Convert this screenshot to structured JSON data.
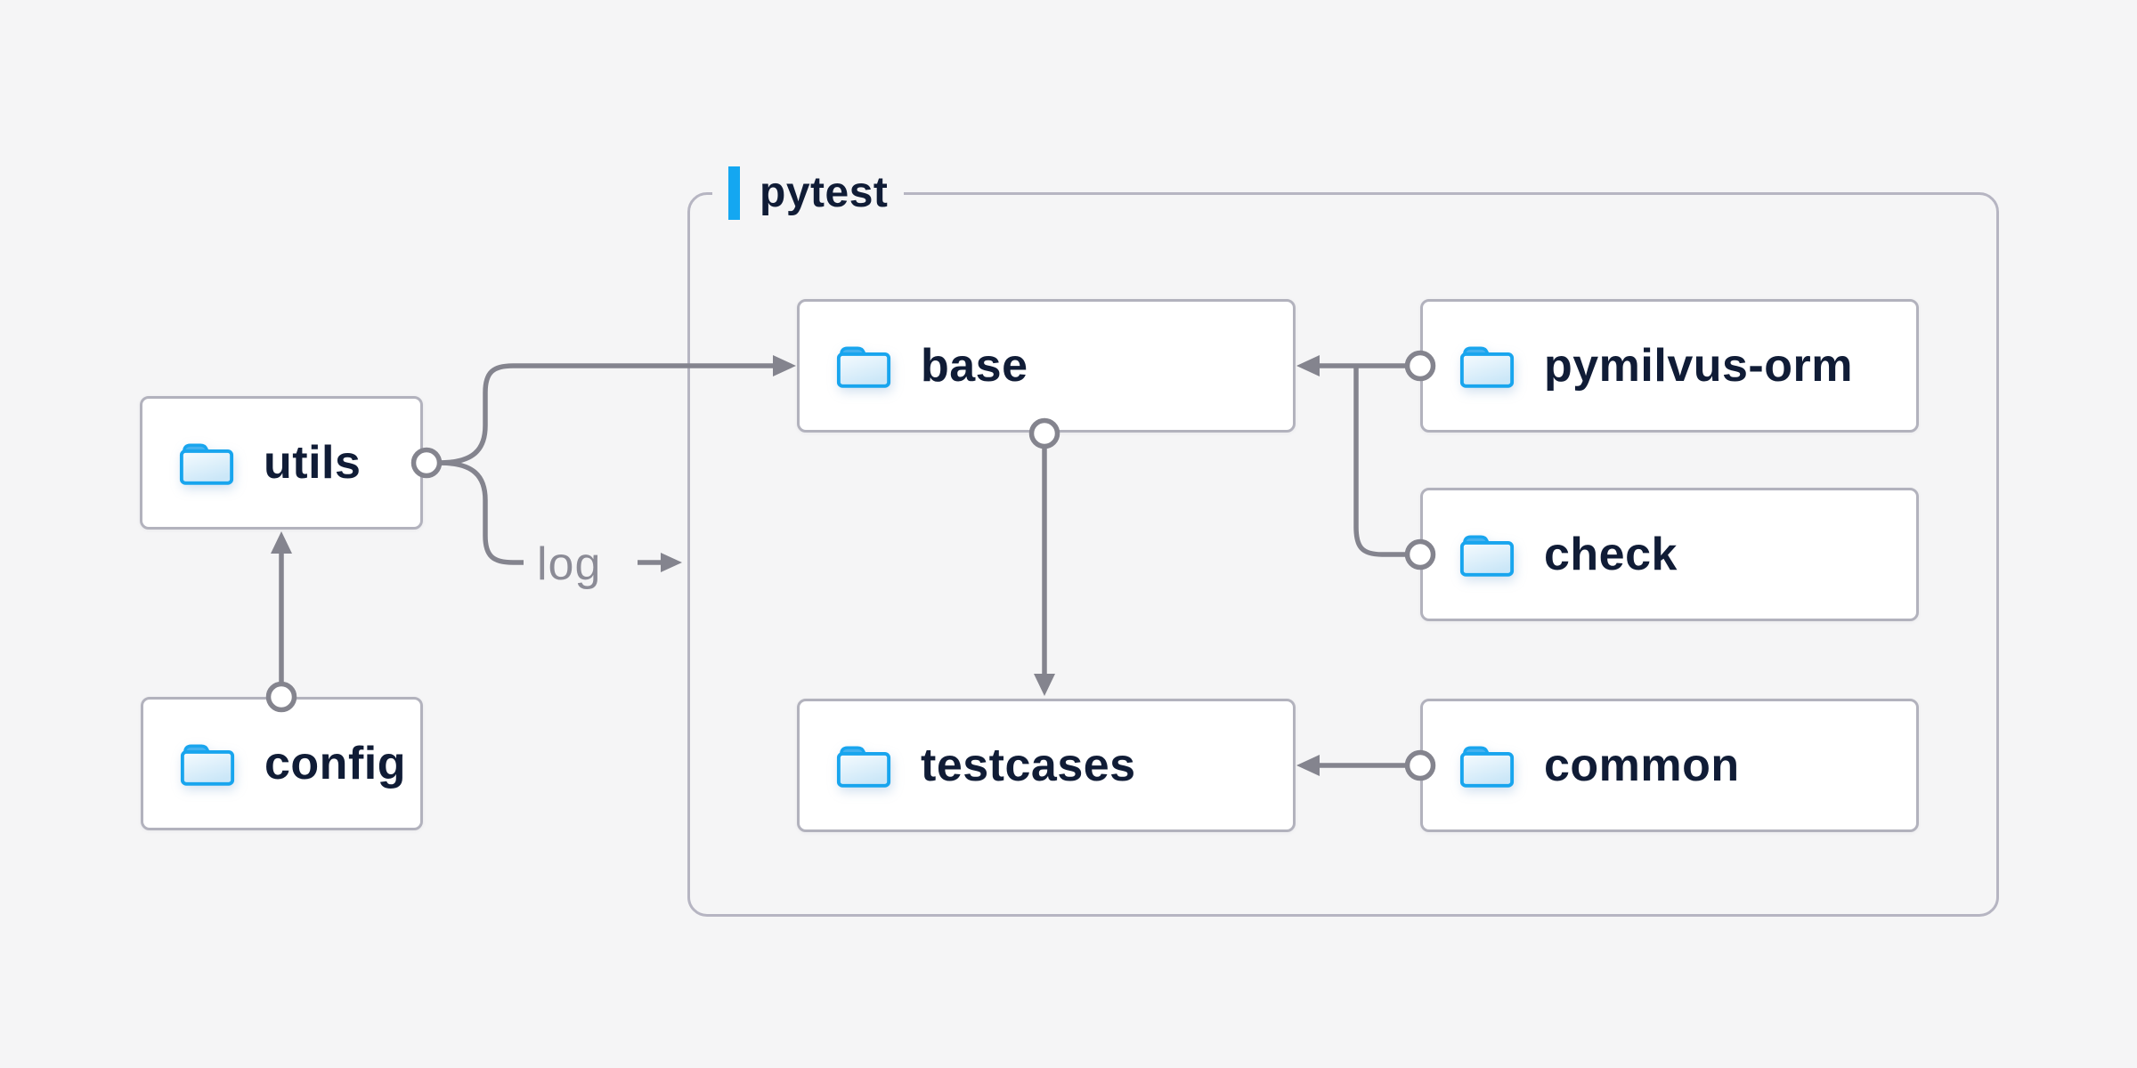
{
  "diagram": {
    "group": {
      "label": "pytest"
    },
    "nodes": {
      "utils": "utils",
      "config": "config",
      "base": "base",
      "pymilvus_orm": "pymilvus-orm",
      "check": "check",
      "testcases": "testcases",
      "common": "common"
    },
    "edge_labels": {
      "log": "log"
    },
    "edges": [
      {
        "from": "config",
        "to": "utils"
      },
      {
        "from": "utils",
        "to": "base"
      },
      {
        "from": "utils",
        "to": "pytest-group",
        "label": "log"
      },
      {
        "from": "base",
        "to": "testcases"
      },
      {
        "from": "pymilvus-orm",
        "to": "base"
      },
      {
        "from": "check",
        "to": "base"
      },
      {
        "from": "common",
        "to": "testcases"
      }
    ],
    "colors": {
      "background": "#f5f5f6",
      "node_fill": "#ffffff",
      "node_border": "#b2b2bd",
      "group_border": "#b6b5c2",
      "connector_gray": "#84848e",
      "label_navy": "#101c36",
      "edge_label_gray": "#8b8b96",
      "accent_blue": "#14a7f1",
      "folder_blue": "#18a5ee"
    }
  }
}
